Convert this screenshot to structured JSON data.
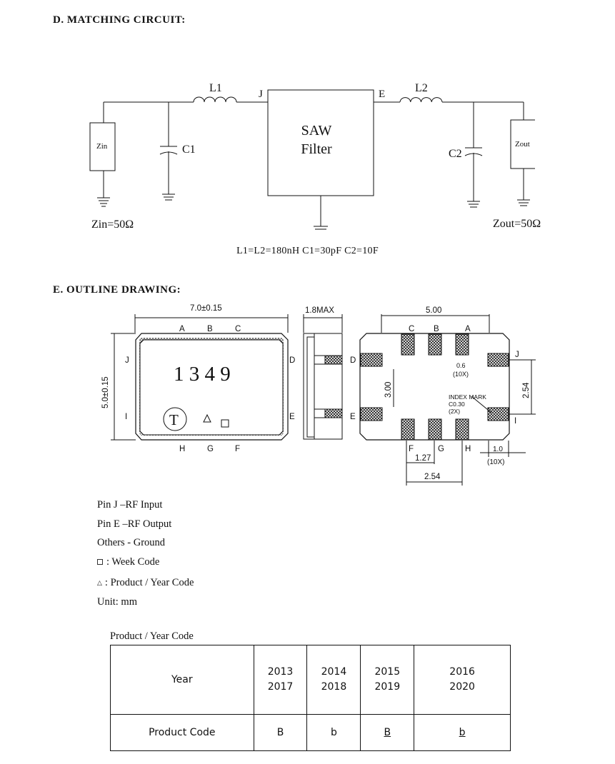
{
  "section_d": {
    "heading": "D. MATCHING CIRCUIT:",
    "labels": {
      "l1": "L1",
      "l2": "L2",
      "j": "J",
      "e": "E",
      "c1": "C1",
      "c2": "C2",
      "zin_box": "Zin",
      "zout_box": "Zout",
      "saw_line1": "SAW",
      "saw_line2": "Filter",
      "zin_value": "Zin=50Ω",
      "zout_value": "Zout=50Ω"
    },
    "values": "L1=L2=180nH C1=30pF C2=10F"
  },
  "section_e": {
    "heading": "E. OUTLINE DRAWING:",
    "top_view": {
      "width_dim": "7.0±0.15",
      "height_dim": "5.0±0.15",
      "marking_number": "1 3 4 9",
      "marking_t": "T",
      "pins_top": [
        "A",
        "B",
        "C"
      ],
      "pins_bottom": [
        "H",
        "G",
        "F"
      ],
      "pin_left_top": "J",
      "pin_left_bottom": "I",
      "pin_right_top": "D",
      "pin_right_bottom": "E"
    },
    "side_view": {
      "dim": "1.8MAX"
    },
    "bottom_view": {
      "width_dim": "5.00",
      "pins_top": [
        "C",
        "B",
        "A"
      ],
      "pins_bottom": [
        "F",
        "G",
        "H"
      ],
      "pin_left_top": "D",
      "pin_left_bottom": "E",
      "pin_right_top": "J",
      "pin_right_bottom": "I",
      "vert_dim": "3.00",
      "right_dim": "2.54",
      "pad_dim": "0.6",
      "pad_dim_count": "(10X)",
      "index_mark_1": "INDEX MARK",
      "index_mark_2": "C0.30",
      "index_mark_3": "(2X)",
      "pitch_dim": "1.27",
      "pitch2_dim": "2.54",
      "pad_width_dim": "1.0",
      "pad_width_count": "(10X)"
    },
    "notes": [
      "Pin J –RF Input",
      "Pin E –RF Output",
      "Others - Ground",
      ": Week Code",
      ": Product / Year Code",
      "Unit: mm"
    ],
    "table": {
      "caption": "Product / Year Code",
      "row1_label": "Year",
      "row2_label": "Product Code",
      "columns": [
        {
          "y1": "2013",
          "y2": "2017",
          "code": "B"
        },
        {
          "y1": "2014",
          "y2": "2018",
          "code": "b"
        },
        {
          "y1": "2015",
          "y2": "2019",
          "code": "B"
        },
        {
          "y1": "2016",
          "y2": "2020",
          "code": "b"
        }
      ]
    }
  }
}
